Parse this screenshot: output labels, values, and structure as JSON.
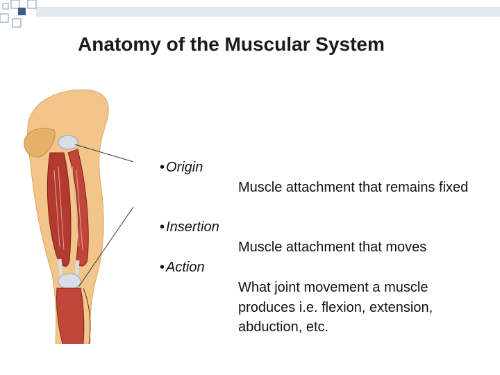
{
  "slide": {
    "title": "Anatomy of the Muscular System"
  },
  "terms": [
    {
      "term": "Origin",
      "definition": "Muscle attachment that remains fixed"
    },
    {
      "term": "Insertion",
      "definition": "Muscle attachment that moves"
    },
    {
      "term": "Action",
      "definition": "What joint movement a muscle produces i.e. flexion, extension, abduction, etc."
    }
  ],
  "illustration": {
    "subject": "upper-arm-muscles-illustration"
  },
  "colors": {
    "square_fill": "#3d5a8a",
    "square_outline": "#7f93b6",
    "band": "#e3e8f1",
    "muscle": "#b23a2e",
    "skin": "#f2c58a"
  }
}
